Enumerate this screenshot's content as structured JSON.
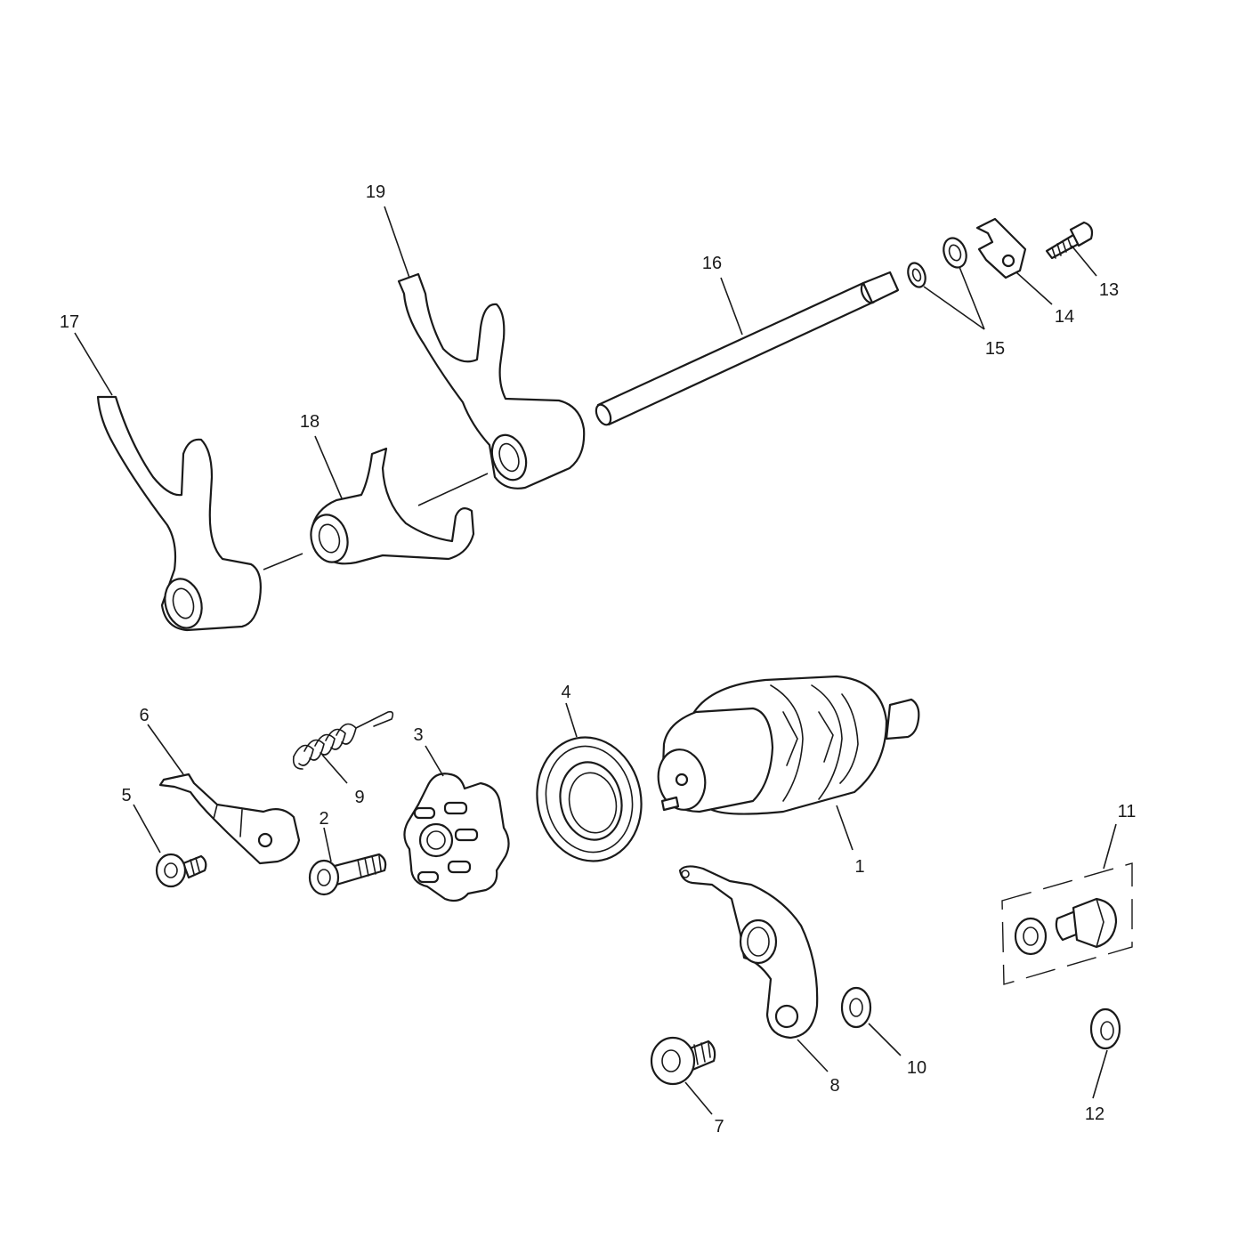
{
  "callouts": [
    {
      "id": "1",
      "label": "1"
    },
    {
      "id": "2",
      "label": "2"
    },
    {
      "id": "3",
      "label": "3"
    },
    {
      "id": "4",
      "label": "4"
    },
    {
      "id": "5",
      "label": "5"
    },
    {
      "id": "6",
      "label": "6"
    },
    {
      "id": "7",
      "label": "7"
    },
    {
      "id": "8",
      "label": "8"
    },
    {
      "id": "9",
      "label": "9"
    },
    {
      "id": "10",
      "label": "10"
    },
    {
      "id": "11",
      "label": "11"
    },
    {
      "id": "12",
      "label": "12"
    },
    {
      "id": "13",
      "label": "13"
    },
    {
      "id": "14",
      "label": "14"
    },
    {
      "id": "15",
      "label": "15"
    },
    {
      "id": "16",
      "label": "16"
    },
    {
      "id": "17",
      "label": "17"
    },
    {
      "id": "18",
      "label": "18"
    },
    {
      "id": "19",
      "label": "19"
    }
  ],
  "colors": {
    "line": "#1a1a1a",
    "background": "#ffffff"
  }
}
